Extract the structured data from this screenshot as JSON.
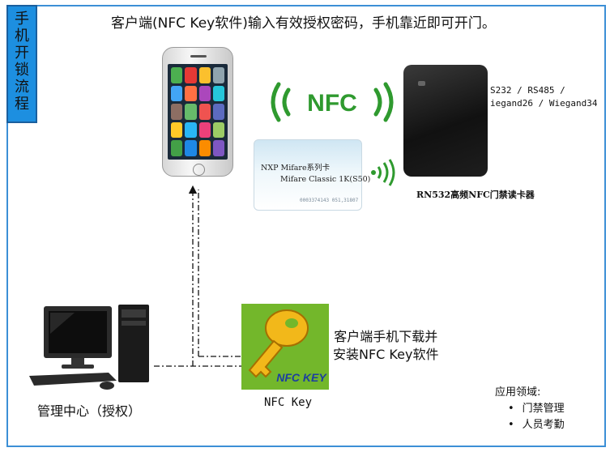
{
  "side_title": [
    "手",
    "机",
    "开",
    "锁",
    "流",
    "程"
  ],
  "headline": "客户端(NFC Key软件)输入有效授权密码，手机靠近即可开门。",
  "nfc_logo_text": "NFC",
  "card": {
    "line1": "NXP Mifare系列卡",
    "line2": "Mifare Classic 1K(S50)",
    "serial": "0003374143 051,31807"
  },
  "reader": {
    "specs": [
      "S232 / RS485 /",
      "iegand26 / Wiegand34"
    ],
    "name": "RN532高频NFC门禁读卡器"
  },
  "management_center": "管理中心（授权）",
  "key_logo_text": "NFC KEY",
  "key_label": "NFC Key",
  "download_text": [
    "客户端手机下载并",
    "安装NFC Key软件"
  ],
  "domains": {
    "title": "应用领域:",
    "items": [
      "门禁管理",
      "人员考勤"
    ],
    "bullet": "•"
  },
  "colors": {
    "frame": "#3c8fd6",
    "side_title_bg": "#1d8fe0",
    "nfc_green": "#2f9a2f",
    "key_bg": "#73b72b",
    "key_gold": "#f2b81a"
  }
}
